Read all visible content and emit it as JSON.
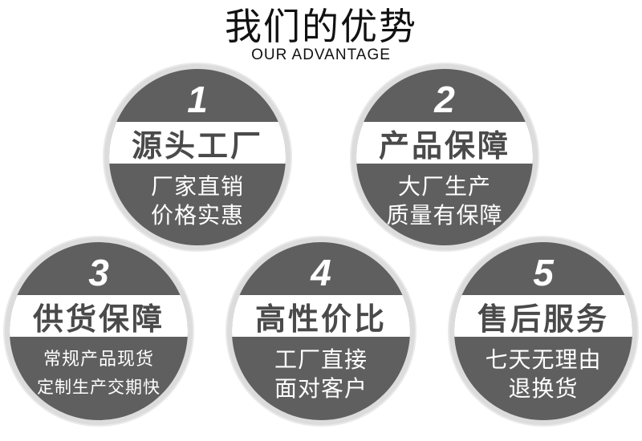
{
  "header": {
    "title": "我们的优势",
    "subtitle": "OUR ADVANTAGE"
  },
  "colors": {
    "circle_fill": "#5f5f5f",
    "band": "#ffffff",
    "ring": "#dcdcdc",
    "text_dark": "#4a4a4a",
    "text_light": "#ffffff"
  },
  "advantages": [
    {
      "number": "1",
      "heading": "源头工厂",
      "lines": [
        "厂家直销",
        "价格实惠"
      ]
    },
    {
      "number": "2",
      "heading": "产品保障",
      "lines": [
        "大厂生产",
        "质量有保障"
      ]
    },
    {
      "number": "3",
      "heading": "供货保障",
      "lines": [
        "常规产品现货",
        "定制生产交期快"
      ]
    },
    {
      "number": "4",
      "heading": "高性价比",
      "lines": [
        "工厂直接",
        "面对客户"
      ]
    },
    {
      "number": "5",
      "heading": "售后服务",
      "lines": [
        "七天无理由",
        "退换货"
      ]
    }
  ]
}
